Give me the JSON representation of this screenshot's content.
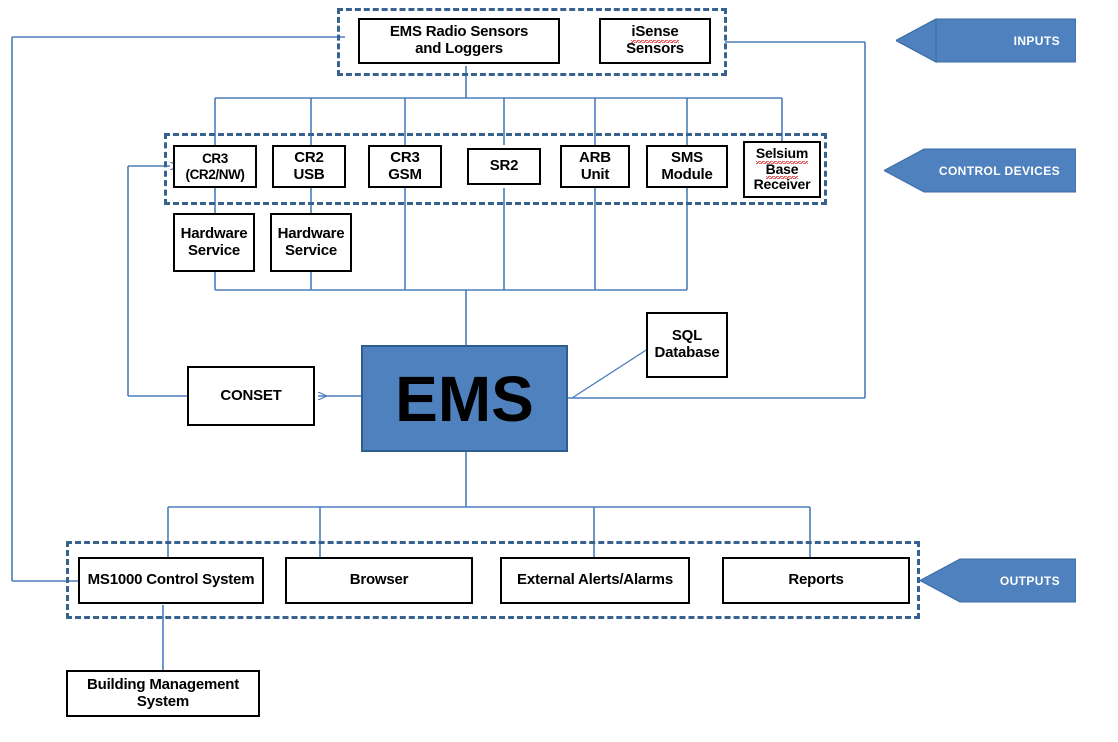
{
  "diagram": {
    "title": "EMS System Architecture",
    "accent_blue": "#4E81BD",
    "dash_blue": "#37618E",
    "line_blue": "#4A7EBB",
    "box_border": "#000000",
    "spellcheck_red": "#E03030"
  },
  "callouts": [
    {
      "id": "inputs",
      "label": "INPUTS",
      "direction": "left"
    },
    {
      "id": "control_devices",
      "label": "CONTROL DEVICES",
      "direction": "left"
    },
    {
      "id": "outputs",
      "label": "OUTPUTS",
      "direction": "left"
    }
  ],
  "inputs_group": {
    "name": "inputs-group",
    "nodes": [
      {
        "id": "ems_radio",
        "label": "EMS Radio Sensors and Loggers",
        "line1": "EMS Radio Sensors",
        "line2": "and Loggers",
        "misspelled": false
      },
      {
        "id": "isense",
        "label": "iSense Sensors",
        "line1": "iSense",
        "line2": "Sensors",
        "misspelled": true,
        "misspelled_word": "iSense"
      }
    ]
  },
  "control_devices_group": {
    "name": "control-devices-group",
    "nodes": [
      {
        "id": "cr3_cr2nw",
        "line1": "CR3",
        "line2": "(CR2/NW)",
        "line3": ""
      },
      {
        "id": "cr2_usb",
        "line1": "CR2",
        "line2": "USB",
        "line3": ""
      },
      {
        "id": "cr3_gsm",
        "line1": "CR3",
        "line2": "GSM",
        "line3": ""
      },
      {
        "id": "sr2",
        "line1": "SR2",
        "line2": "",
        "line3": ""
      },
      {
        "id": "arb_unit",
        "line1": "ARB",
        "line2": "Unit",
        "line3": ""
      },
      {
        "id": "sms_module",
        "line1": "SMS",
        "line2": "Module",
        "line3": ""
      },
      {
        "id": "selsium",
        "line1": "Selsium",
        "line2": "Base",
        "line3": "Receiver",
        "misspelled": true
      }
    ]
  },
  "services": [
    {
      "id": "hardware_service_1",
      "line1": "Hardware",
      "line2": "Service"
    },
    {
      "id": "hardware_service_2",
      "line1": "Hardware",
      "line2": "Service"
    }
  ],
  "core": {
    "ems": {
      "id": "ems",
      "label": "EMS"
    },
    "conset": {
      "id": "conset",
      "label": "CONSET"
    },
    "sql_database": {
      "id": "sql_database",
      "line1": "SQL",
      "line2": "Database"
    }
  },
  "outputs_group": {
    "name": "outputs-group",
    "nodes": [
      {
        "id": "ms1000",
        "label": "MS1000 Control System"
      },
      {
        "id": "browser",
        "label": "Browser"
      },
      {
        "id": "alerts",
        "label": "External Alerts/Alarms"
      },
      {
        "id": "reports",
        "label": "Reports"
      }
    ]
  },
  "downstream": {
    "bms": {
      "id": "bms",
      "line1": "Building Management",
      "line2": "System"
    }
  }
}
